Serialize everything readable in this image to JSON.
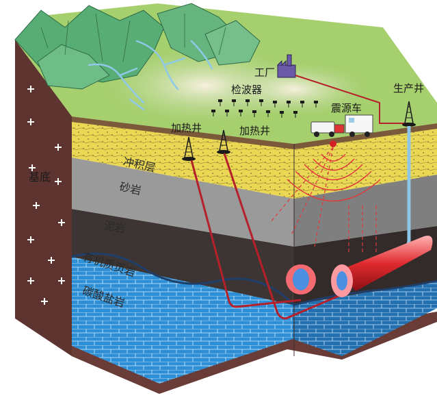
{
  "labels": {
    "factory": "工厂",
    "geophones": "检波器",
    "seismic_truck": "震源车",
    "production_well": "生产井",
    "heating_well_1": "加热井",
    "heating_well_2": "加热井",
    "basement": "基底",
    "sediment": "冲积层",
    "sandstone": "砂岩",
    "mudstone": "泥岩",
    "organic_shale": "有机质页岩",
    "carbonate": "碳酸盐岩"
  },
  "colors": {
    "mountain": "#5fb27a",
    "ground": "#9fce6f",
    "sediment": "#e9d64a",
    "mudstone": "#8c8c8c",
    "shale": "#3d3534",
    "carbonate": "#2b8fd3",
    "basement": "#6a3c37",
    "pipe": "#c4232b",
    "heat": "#e8494c"
  }
}
